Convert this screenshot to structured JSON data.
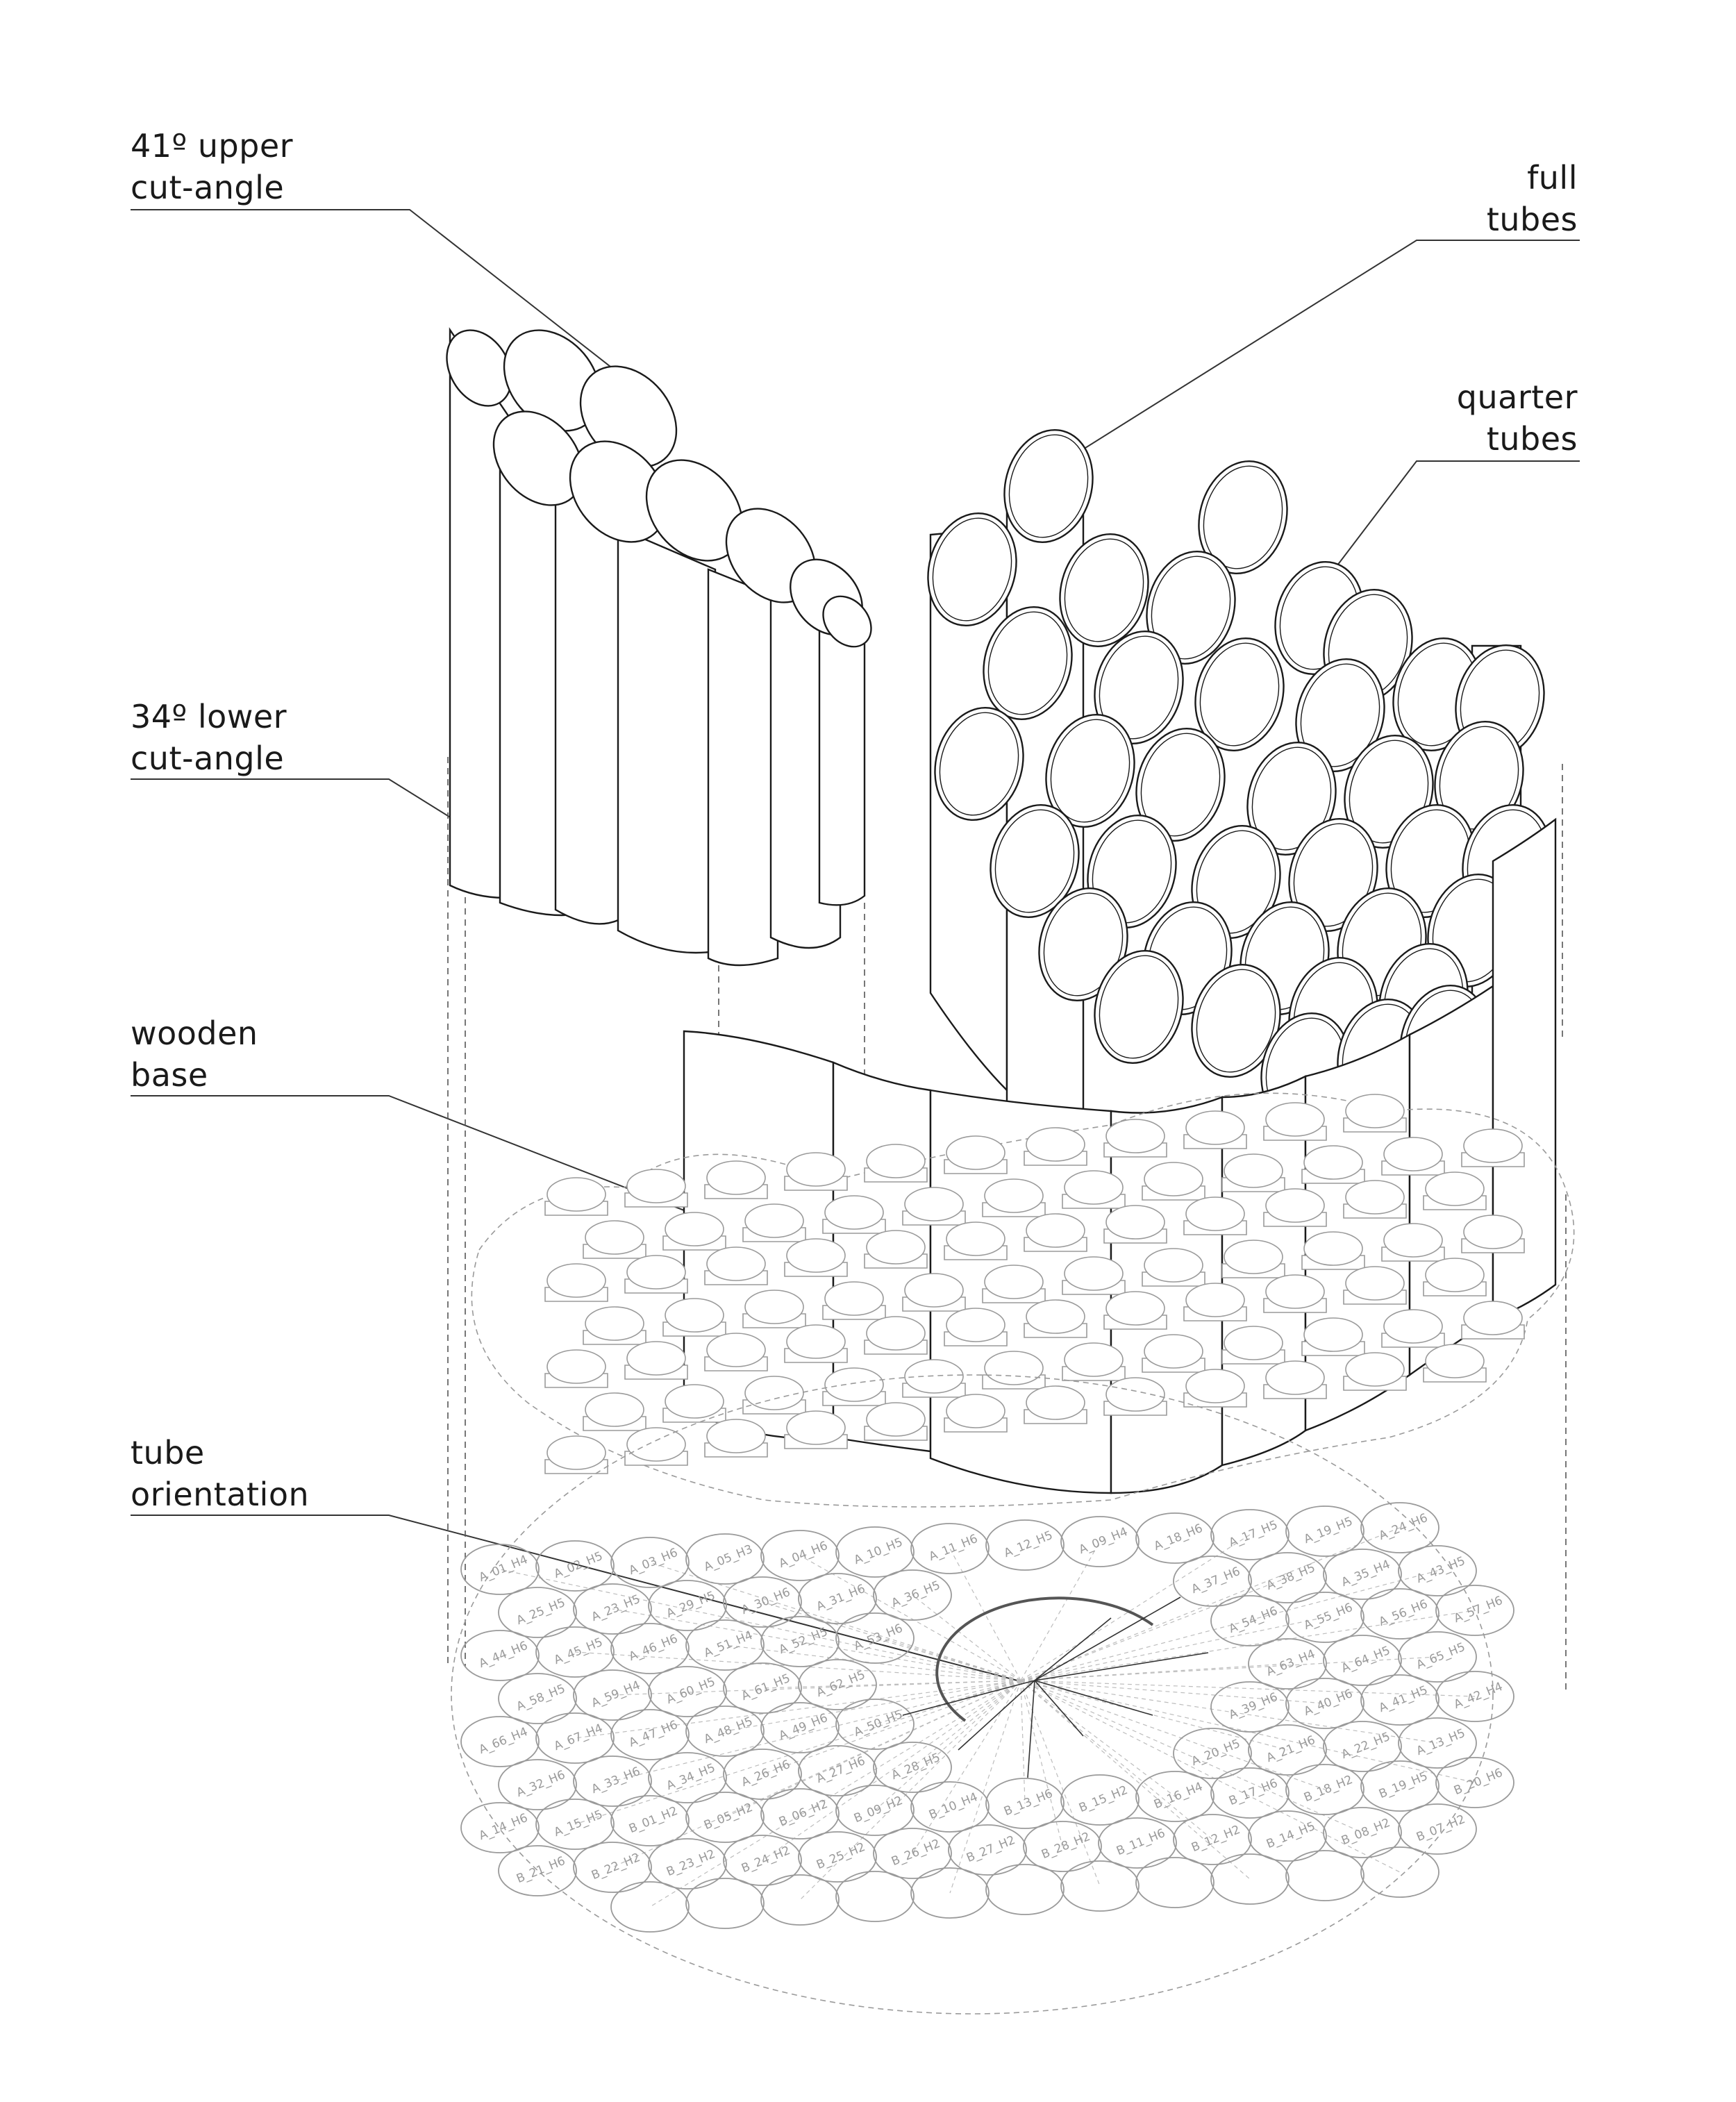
{
  "callouts": {
    "upper_cut": {
      "line1": "41º upper",
      "line2": "cut-angle"
    },
    "full_tubes": {
      "line1": "full",
      "line2": "tubes"
    },
    "quarter_tubes": {
      "line1": "quarter",
      "line2": "tubes"
    },
    "lower_cut": {
      "line1": "34º lower",
      "line2": "cut-angle"
    },
    "wooden_base": {
      "line1": "wooden",
      "line2": "base"
    },
    "tube_orientation": {
      "line1": "tube",
      "line2": "orientation"
    }
  },
  "tube_labels_plan": [
    "A_01_H4",
    "A_02_H5",
    "A_03_H6",
    "A_05_H3",
    "A_04_H6",
    "A_10_H5",
    "A_11_H6",
    "A_12_H5",
    "A_09_H4",
    "A_18_H6",
    "A_17_H5",
    "A_19_H5",
    "A_24_H6",
    "A_25_H5",
    "A_23_H5",
    "A_29_H5",
    "A_30_H6",
    "A_31_H6",
    "A_36_H5",
    "A_37_H6",
    "A_38_H5",
    "A_35_H4",
    "A_43_H5",
    "A_44_H6",
    "A_45_H5",
    "A_46_H6",
    "A_51_H4",
    "A_52_H5",
    "A_53_H6",
    "A_54_H6",
    "A_55_H6",
    "A_56_H6",
    "A_57_H6",
    "A_58_H5",
    "A_59_H4",
    "A_60_H5",
    "A_61_H5",
    "A_62_H5",
    "A_63_H4",
    "A_64_H5",
    "A_65_H5",
    "A_66_H4",
    "A_67_H4",
    "A_47_H6",
    "A_48_H5",
    "A_49_H6",
    "A_50_H5",
    "A_39_H6",
    "A_40_H6",
    "A_41_H5",
    "A_42_H4",
    "A_32_H6",
    "A_33_H6",
    "A_34_H5",
    "A_26_H6",
    "A_27_H6",
    "A_28_H5",
    "A_20_H5",
    "A_21_H6",
    "A_22_H5",
    "A_13_H5",
    "A_14_H6",
    "A_15_H5",
    "B_01_H2",
    "B_05_H2",
    "B_06_H2",
    "B_09_H2",
    "B_10_H4",
    "B_13_H6",
    "B_15_H2",
    "B_16_H4",
    "B_17_H6",
    "B_18_H2",
    "B_19_H5",
    "B_20_H6",
    "B_21_H6",
    "B_22_H2",
    "B_23_H2",
    "B_24_H2",
    "B_25_H2",
    "B_26_H2",
    "B_27_H2",
    "B_28_H2",
    "B_11_H6",
    "B_12_H2",
    "B_14_H5",
    "B_08_H2",
    "B_07_H2"
  ],
  "colors": {
    "line": "#1a1a1a",
    "faint": "#9a9a9a",
    "ghost": "#bdbdbd"
  }
}
